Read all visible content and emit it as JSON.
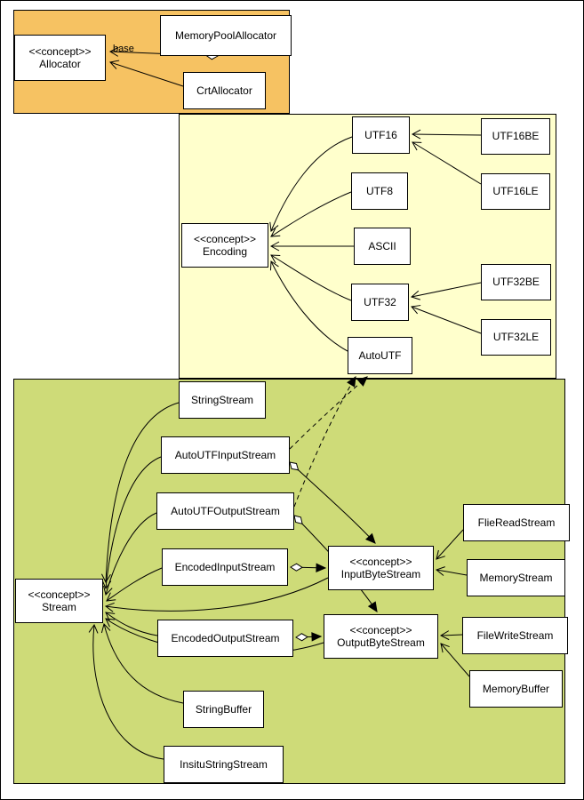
{
  "colors": {
    "allocator_region": "#F6C262",
    "encoding_region": "#FFFFCC",
    "stream_region": "#CEDB78",
    "node_fill": "#FFFFFF",
    "line": "#000000"
  },
  "nodes": {
    "allocator": {
      "stereotype": "<<concept>>",
      "name": "Allocator"
    },
    "memory_pool_allocator": {
      "name": "MemoryPoolAllocator"
    },
    "crt_allocator": {
      "name": "CrtAllocator"
    },
    "utf16": {
      "name": "UTF16"
    },
    "utf16be": {
      "name": "UTF16BE"
    },
    "utf16le": {
      "name": "UTF16LE"
    },
    "utf8": {
      "name": "UTF8"
    },
    "encoding": {
      "stereotype": "<<concept>>",
      "name": "Encoding"
    },
    "ascii": {
      "name": "ASCII"
    },
    "utf32": {
      "name": "UTF32"
    },
    "utf32be": {
      "name": "UTF32BE"
    },
    "utf32le": {
      "name": "UTF32LE"
    },
    "auto_utf": {
      "name": "AutoUTF"
    },
    "string_stream": {
      "name": "StringStream"
    },
    "auto_utf_input_stream": {
      "name": "AutoUTFInputStream"
    },
    "auto_utf_output_stream": {
      "name": "AutoUTFOutputStream"
    },
    "encoded_input_stream": {
      "name": "EncodedInputStream"
    },
    "stream": {
      "stereotype": "<<concept>>",
      "name": "Stream"
    },
    "encoded_output_stream": {
      "name": "EncodedOutputStream"
    },
    "input_byte_stream": {
      "stereotype": "<<concept>>",
      "name": "InputByteStream"
    },
    "flie_read_stream": {
      "name": "FlieReadStream"
    },
    "memory_stream": {
      "name": "MemoryStream"
    },
    "output_byte_stream": {
      "stereotype": "<<concept>>",
      "name": "OutputByteStream"
    },
    "file_write_stream": {
      "name": "FileWriteStream"
    },
    "memory_buffer": {
      "name": "MemoryBuffer"
    },
    "string_buffer": {
      "name": "StringBuffer"
    },
    "insitu_string_stream": {
      "name": "InsituStringStream"
    }
  },
  "edge_labels": {
    "base": "base"
  }
}
